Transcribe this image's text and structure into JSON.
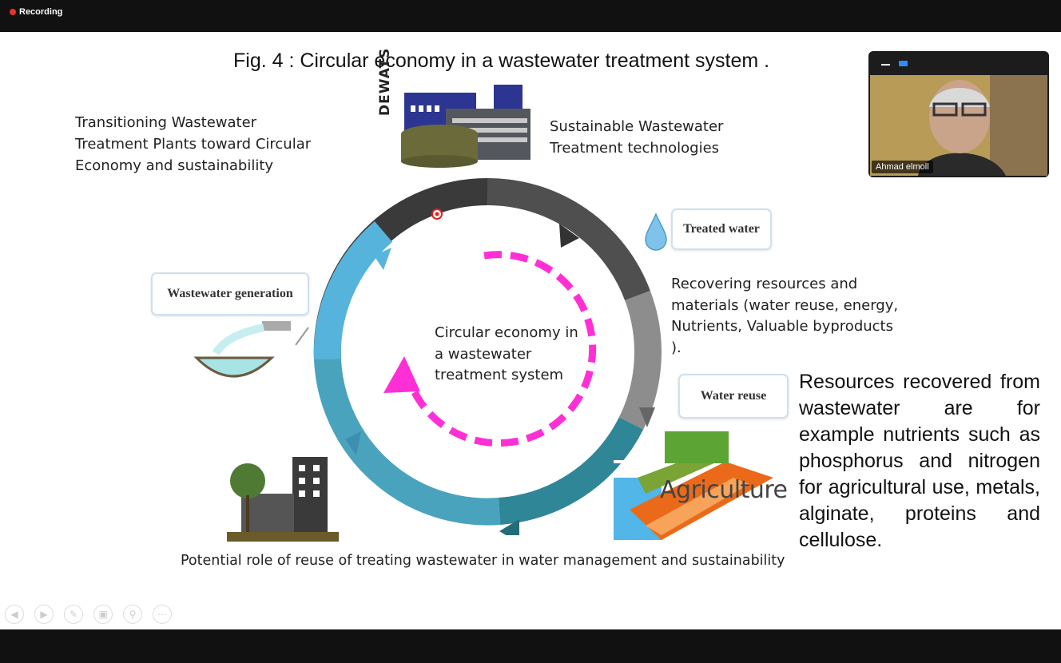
{
  "meeting": {
    "recording_label": "Recording",
    "participant_name": "Ahmad elmoll"
  },
  "slide": {
    "title": "Fig. 4 : Circular economy in a wastewater treatment system .",
    "transition_text": "Transitioning Wastewater Treatment Plants toward Circular Economy and sustainability",
    "sustainable_text": "Sustainable Wastewater Treatment technologies",
    "dewats_label": "DEWATS",
    "treated_water_label": "Treated water",
    "wastewater_generation_label": "Wastewater generation",
    "water_reuse_label": "Water reuse",
    "agriculture_label": "Agriculture",
    "recovering_text": "Recovering resources and materials (water reuse, energy, Nutrients, Valuable byproducts ).",
    "center_text": "Circular economy in a wastewater treatment system",
    "potential_text": "Potential role of reuse of treating wastewater in water management and sustainability",
    "resources_text": "Resources recovered from wastewater are for example nutrients such as phosphorus and nitrogen for agricultural use, metals, alginate, proteins and cellulose."
  },
  "colors": {
    "recording_red": "#e8332b",
    "cycle_dark": "#4a4a4a",
    "cycle_gray": "#8a8a8a",
    "cycle_teal": "#2f8fa0",
    "cycle_light_blue": "#5bb0d4",
    "inner_arrow_magenta": "#ff2fd6",
    "zoom_blue": "#2d8cff"
  },
  "slide_controls": [
    "previous-icon",
    "next-icon",
    "pen-icon",
    "slides-icon",
    "zoom-icon",
    "more-icon"
  ]
}
